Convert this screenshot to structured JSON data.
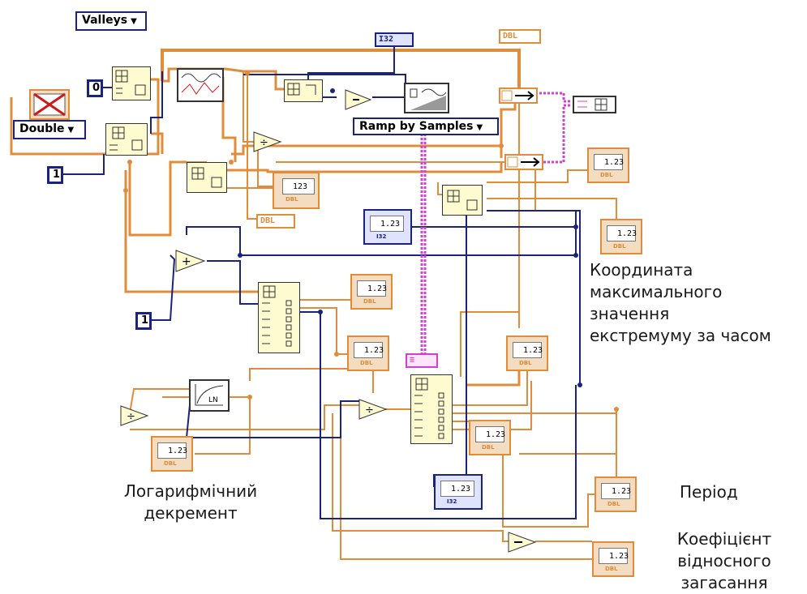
{
  "controls": {
    "valleys_label": "Valleys",
    "double_label": "Double",
    "ramp_label": "Ramp by Samples",
    "const_zero": "0",
    "const_one_a": "1",
    "const_one_b": "1",
    "i32_term": "I32",
    "dbl_term_top": "DBL",
    "dbl_term_mid": "DBL",
    "pink_term": "≡"
  },
  "indicators": {
    "value_text": "1.23",
    "dbl_tag": "DBL",
    "i32_tag": "I32",
    "array_display": "123"
  },
  "labels": {
    "max_coord_line1": "Координата",
    "max_coord_line2": "максимального",
    "max_coord_line3": "значення",
    "max_coord_line4": "екстремуму за часом",
    "log_decrement_line1": "Логарифмічний",
    "log_decrement_line2": "декремент",
    "period": "Період",
    "damping_line1": "Коефіцієнт",
    "damping_line2": "відносного",
    "damping_line3": "загасання"
  },
  "colors": {
    "wire_orange": "#e08c3a",
    "wire_blue": "#1a237e",
    "wire_pink": "#d23fd2",
    "node_fill": "#fffbd0",
    "indicator_fill": "#f3dcc0"
  }
}
